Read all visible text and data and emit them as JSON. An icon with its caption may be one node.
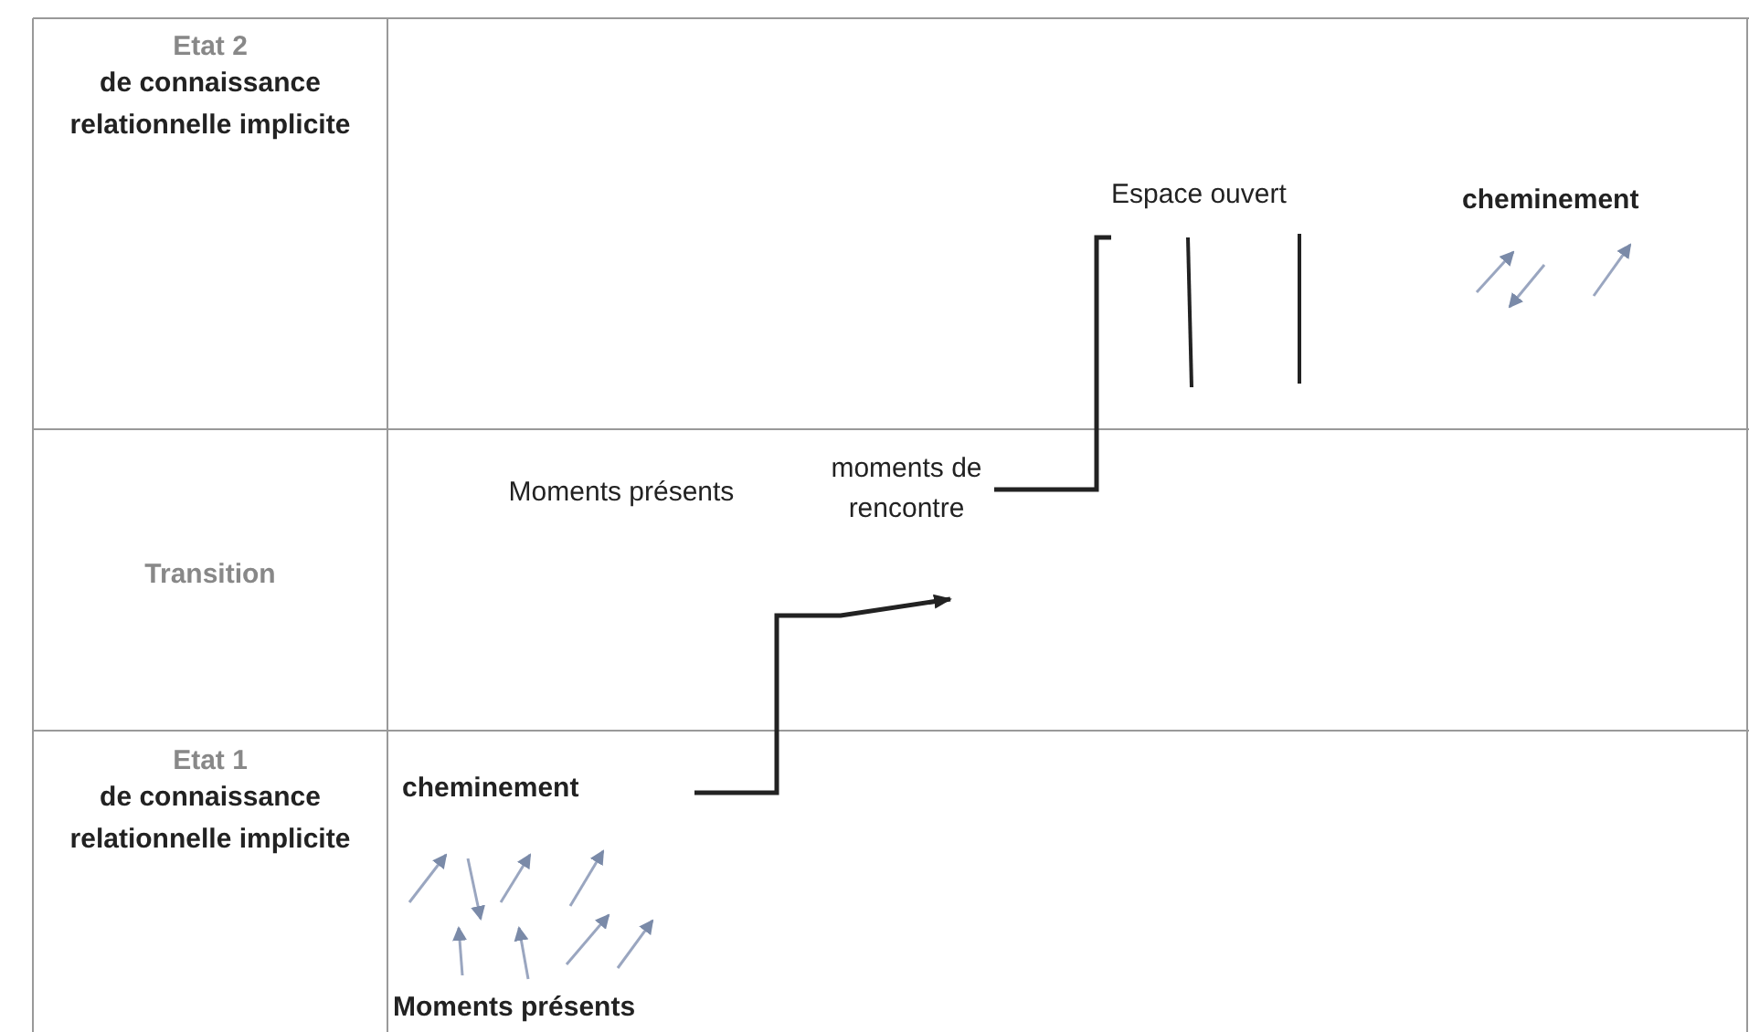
{
  "diagram": {
    "nodes": [
      {
        "text": [
          "cheminement"
        ]
      },
      {
        "text": [
          "moments de rencontre"
        ]
      },
      {
        "text": [
          "Espace ouvert"
        ]
      }
    ],
    "edges": [
      {
        "from": 0,
        "to": 1,
        "arrow": "to"
      },
      {
        "from": 1,
        "to": 2,
        "arrow": "none"
      }
    ],
    "labels": [
      "Etat 2",
      "de connaissance relationnelle implicite",
      "cheminement",
      "Transition",
      "Moments présents",
      "Etat 1",
      "de connaissance relationnelle implicite",
      "Moments présents"
    ]
  }
}
